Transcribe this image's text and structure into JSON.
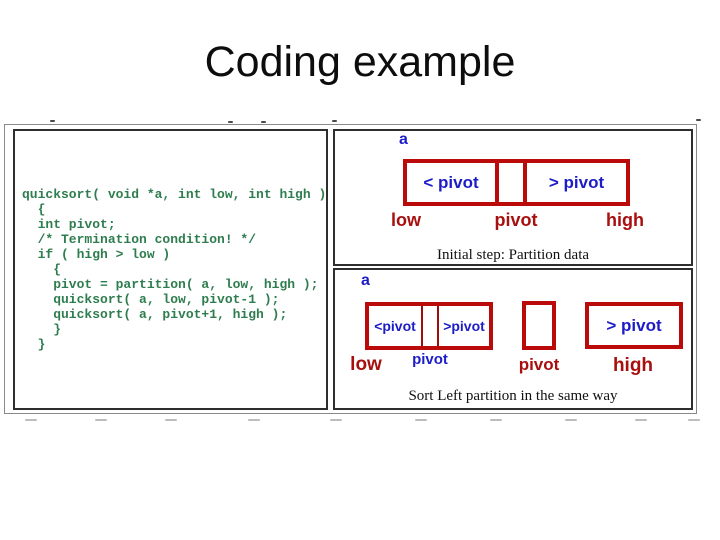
{
  "title": "Coding example",
  "code_panel": {
    "lines": [
      "quicksort( void *a, int low, int high )",
      "  {",
      "  int pivot;",
      "  /* Termination condition! */",
      "  if ( high > low )",
      "    {",
      "    pivot = partition( a, low, high );",
      "    quicksort( a, low, pivot-1 );",
      "    quicksort( a, pivot+1, high );",
      "    }",
      "  }"
    ]
  },
  "partition_diagram": {
    "array_label": "a",
    "left_cell": "< pivot",
    "right_cell": "> pivot",
    "low_label": "low",
    "pivot_label": "pivot",
    "high_label": "high",
    "caption": "Initial step: Partition data"
  },
  "sort_left_diagram": {
    "array_label": "a",
    "left_box": {
      "left_cell": "<pivot",
      "right_cell": ">pivot",
      "low_label": "low",
      "pivot_label": "pivot"
    },
    "mid_box": {
      "label": "pivot"
    },
    "right_box": {
      "cell": "> pivot",
      "label": "high"
    },
    "caption": "Sort Left partition in the same way"
  },
  "colors": {
    "box_red": "#bb0a0a",
    "label_red": "#a80f0f",
    "text_blue": "#1d1dc8",
    "code_green": "#2e7d4e"
  }
}
